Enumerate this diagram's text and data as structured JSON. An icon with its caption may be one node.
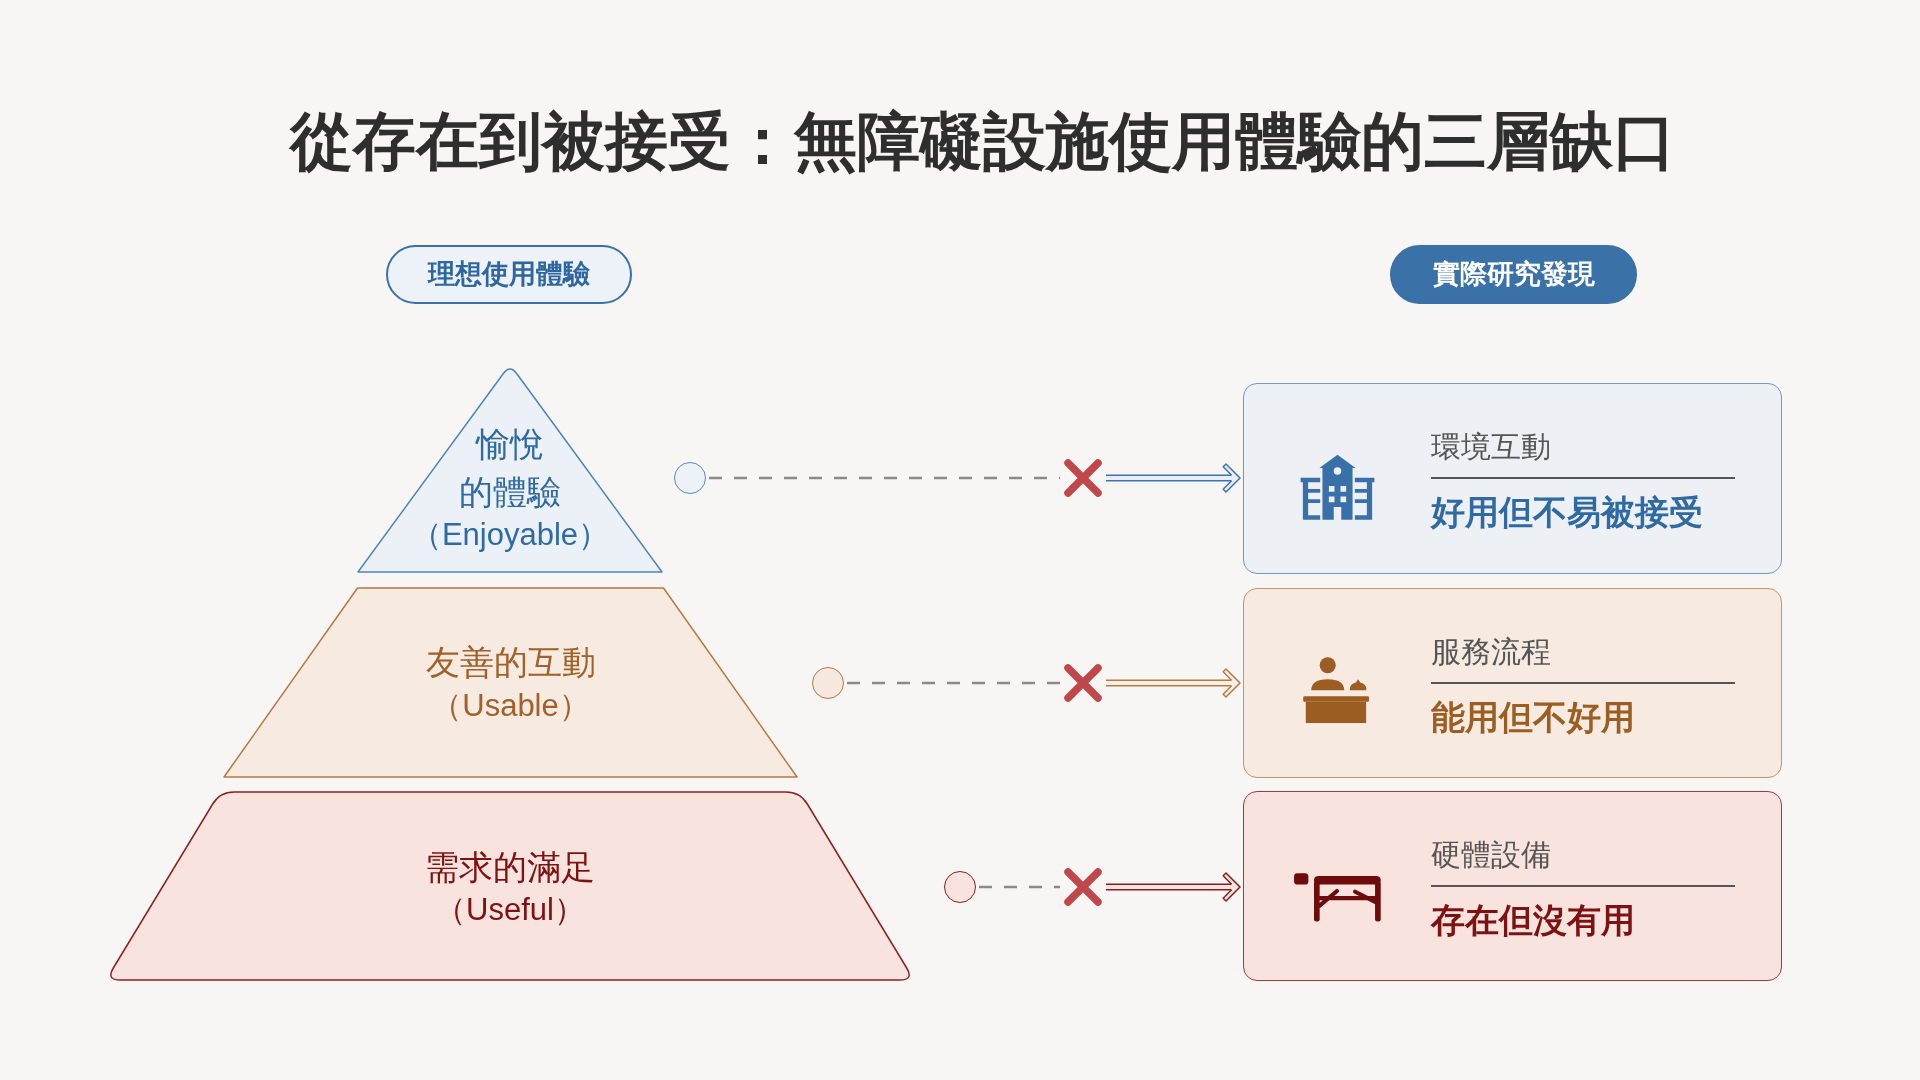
{
  "diagram": {
    "title": "從存在到被接受：無障礙設施使用體驗的三層缺口",
    "nodes": [
      {
        "text": [
          "理想使用體驗"
        ]
      },
      {
        "text": [
          "實際研究發現"
        ]
      },
      {
        "text": [
          "愉悅的體驗",
          "（Enjoyable）"
        ]
      },
      {
        "text": [],
        "shape": "circle"
      },
      {
        "text": [],
        "shape": "cross"
      },
      {
        "text": [
          "環境互動",
          "好用但不易被接受"
        ]
      },
      {
        "text": [
          "友善的互動",
          "（Usable）"
        ]
      },
      {
        "text": [],
        "shape": "circle"
      },
      {
        "text": [],
        "shape": "cross"
      },
      {
        "text": [
          "服務流程",
          "能用但不好用"
        ]
      },
      {
        "text": [
          "需求的滿足",
          "（Useful）"
        ]
      },
      {
        "text": [],
        "shape": "circle"
      },
      {
        "text": [],
        "shape": "cross"
      },
      {
        "text": [
          "硬體設備",
          "存在但沒有用"
        ]
      }
    ],
    "edges": [
      {
        "from": 3,
        "to": 4,
        "arrow": "none",
        "style": "dashed"
      },
      {
        "from": 4,
        "to": 5,
        "arrow": "to",
        "style": "thick",
        "color": "#3d74ad"
      },
      {
        "from": 7,
        "to": 8,
        "arrow": "none",
        "style": "dashed"
      },
      {
        "from": 8,
        "to": 9,
        "arrow": "to",
        "style": "thick",
        "color": "#b87a40"
      },
      {
        "from": 11,
        "to": 12,
        "arrow": "none",
        "style": "dashed"
      },
      {
        "from": 12,
        "to": 13,
        "arrow": "to",
        "style": "thick",
        "color": "#8c1c1c"
      }
    ]
  }
}
